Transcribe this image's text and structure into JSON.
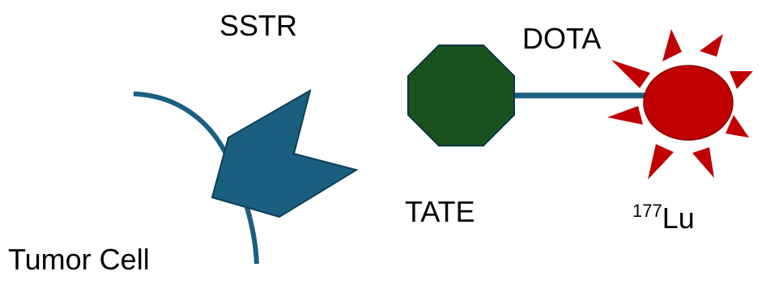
{
  "labels": {
    "receptor": "SSTR",
    "chelator": "DOTA",
    "peptide": "TATE",
    "isotope_mass": "177",
    "isotope_symbol": "Lu",
    "cell": "Tumor Cell"
  },
  "colors": {
    "membrane": "#1a5e80",
    "receptor_fill": "#1a5e80",
    "receptor_stroke": "#0e3f58",
    "peptide_fill": "#19521f",
    "peptide_stroke": "#0f3345",
    "linker": "#1a5e80",
    "isotope_fill": "#c00000",
    "isotope_stroke": "#8a0000",
    "rays": "#c00000"
  },
  "shapes": {
    "membrane": "curved-line",
    "receptor": "chevron-notched-pentagon",
    "peptide": "octagon",
    "linker": "straight-line",
    "isotope": "starburst"
  }
}
